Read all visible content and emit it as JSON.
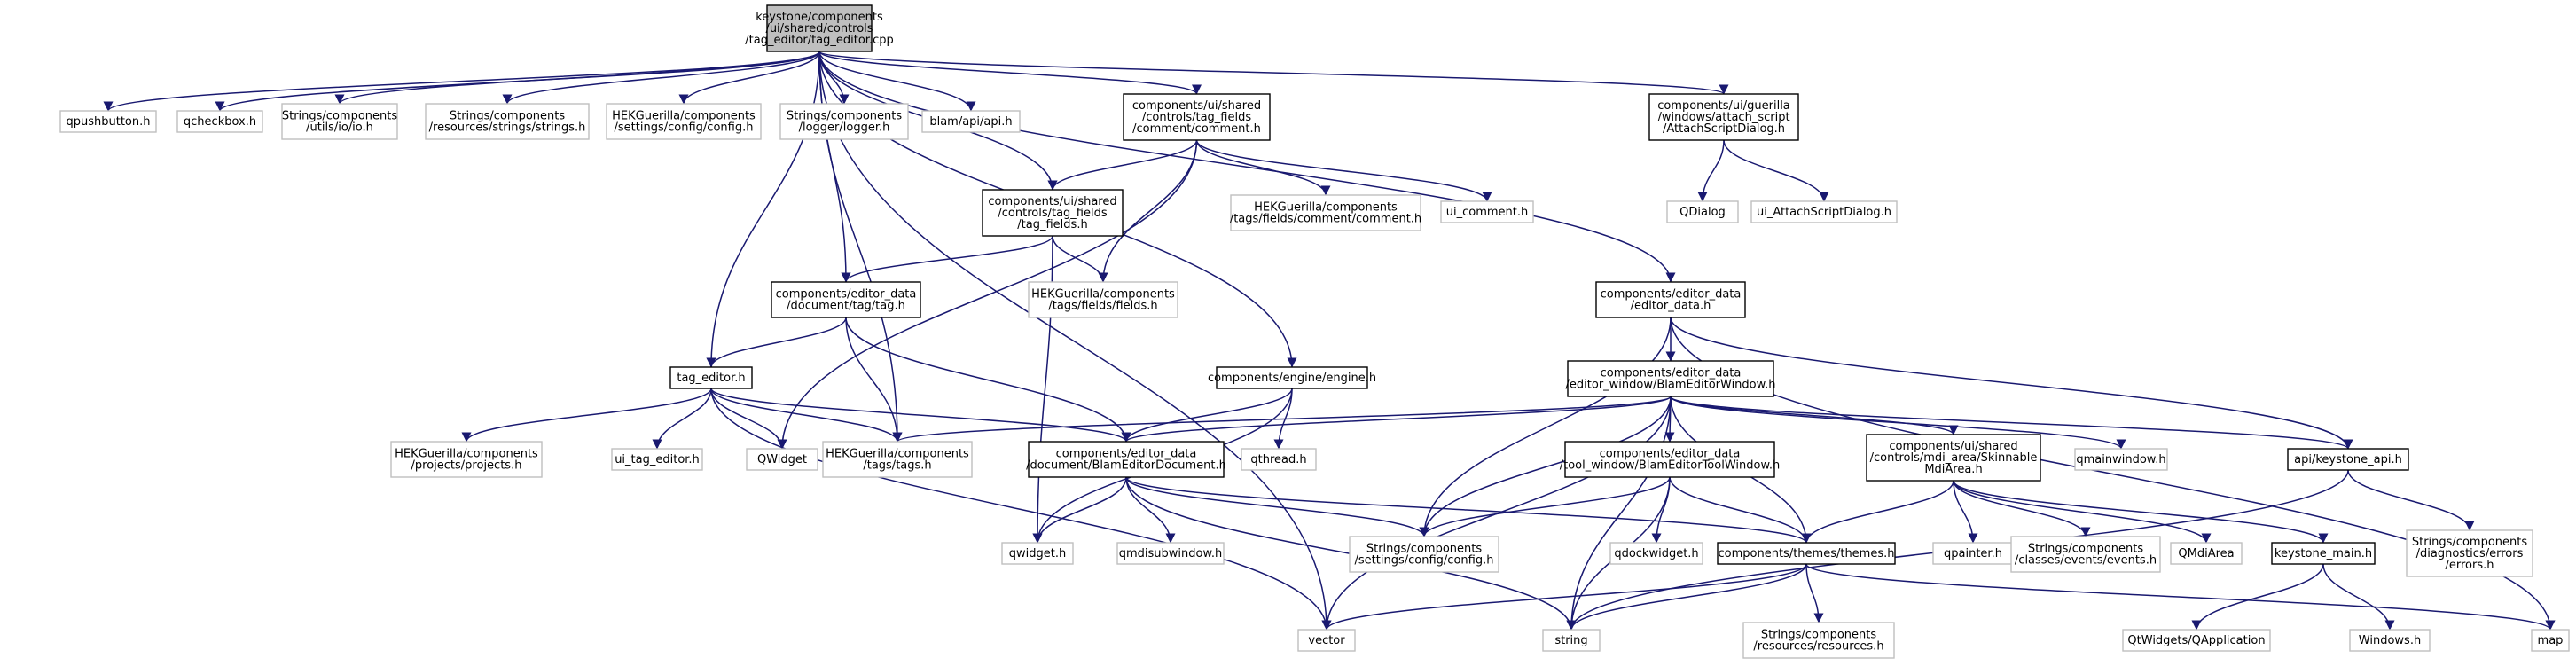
{
  "colors": {
    "edge": "#191970",
    "root_fill": "#bfbfbf",
    "root_border": "#000000",
    "documented_border": "#000000",
    "external_border": "#bfbfbf",
    "text": "#000000",
    "background": "#ffffff"
  },
  "nodes": [
    {
      "id": "tag_editor_cpp",
      "kind": "root",
      "lines": [
        "keystone/components",
        "/ui/shared/controls",
        "/tag_editor/tag_editor.cpp"
      ]
    },
    {
      "id": "qpushbutton_h",
      "kind": "external",
      "lines": [
        "qpushbutton.h"
      ]
    },
    {
      "id": "qcheckbox_h",
      "kind": "external",
      "lines": [
        "qcheckbox.h"
      ]
    },
    {
      "id": "io_h",
      "kind": "external",
      "lines": [
        "Strings/components",
        "/utils/io/io.h"
      ]
    },
    {
      "id": "strings_h",
      "kind": "external",
      "lines": [
        "Strings/components",
        "/resources/strings/strings.h"
      ]
    },
    {
      "id": "config_hek",
      "kind": "external",
      "lines": [
        "HEKGuerilla/components",
        "/settings/config/config.h"
      ]
    },
    {
      "id": "logger_h",
      "kind": "external",
      "lines": [
        "Strings/components",
        "/logger/logger.h"
      ]
    },
    {
      "id": "api_h",
      "kind": "external",
      "lines": [
        "blam/api/api.h"
      ]
    },
    {
      "id": "comment_h",
      "kind": "documented",
      "lines": [
        "components/ui/shared",
        "/controls/tag_fields",
        "/comment/comment.h"
      ]
    },
    {
      "id": "attach_script_h",
      "kind": "documented",
      "lines": [
        "components/ui/guerilla",
        "/windows/attach_script",
        "/AttachScriptDialog.h"
      ]
    },
    {
      "id": "qdialog",
      "kind": "external",
      "lines": [
        "QDialog"
      ]
    },
    {
      "id": "ui_attach_h",
      "kind": "external",
      "lines": [
        "ui_AttachScriptDialog.h"
      ]
    },
    {
      "id": "hek_comment_h",
      "kind": "external",
      "lines": [
        "HEKGuerilla/components",
        "/tags/fields/comment/comment.h"
      ]
    },
    {
      "id": "ui_comment_h",
      "kind": "external",
      "lines": [
        "ui_comment.h"
      ]
    },
    {
      "id": "tag_fields_h",
      "kind": "documented",
      "lines": [
        "components/ui/shared",
        "/controls/tag_fields",
        "/tag_fields.h"
      ]
    },
    {
      "id": "hek_fields_h",
      "kind": "external",
      "lines": [
        "HEKGuerilla/components",
        "/tags/fields/fields.h"
      ]
    },
    {
      "id": "tag_h",
      "kind": "documented",
      "lines": [
        "components/editor_data",
        "/document/tag/tag.h"
      ]
    },
    {
      "id": "editor_data_h",
      "kind": "documented",
      "lines": [
        "components/editor_data",
        "/editor_data.h"
      ]
    },
    {
      "id": "tag_editor_h",
      "kind": "documented",
      "lines": [
        "tag_editor.h"
      ]
    },
    {
      "id": "engine_h",
      "kind": "documented",
      "lines": [
        "components/engine/engine.h"
      ]
    },
    {
      "id": "blam_editor_window_h",
      "kind": "documented",
      "lines": [
        "components/editor_data",
        "/editor_window/BlamEditorWindow.h"
      ]
    },
    {
      "id": "projects_h",
      "kind": "external",
      "lines": [
        "HEKGuerilla/components",
        "/projects/projects.h"
      ]
    },
    {
      "id": "ui_tag_editor_h",
      "kind": "external",
      "lines": [
        "ui_tag_editor.h"
      ]
    },
    {
      "id": "qwidget_cap",
      "kind": "external",
      "lines": [
        "QWidget"
      ]
    },
    {
      "id": "hek_tags_h",
      "kind": "external",
      "lines": [
        "HEKGuerilla/components",
        "/tags/tags.h"
      ]
    },
    {
      "id": "blam_editor_doc_h",
      "kind": "documented",
      "lines": [
        "components/editor_data",
        "/document/BlamEditorDocument.h"
      ]
    },
    {
      "id": "qthread_h",
      "kind": "external",
      "lines": [
        "qthread.h"
      ]
    },
    {
      "id": "tool_window_h",
      "kind": "documented",
      "lines": [
        "components/editor_data",
        "/tool_window/BlamEditorToolWindow.h"
      ]
    },
    {
      "id": "skinnable_h",
      "kind": "documented",
      "lines": [
        "components/ui/shared",
        "/controls/mdi_area/Skinnable",
        "MdiArea.h"
      ]
    },
    {
      "id": "qmainwindow_h",
      "kind": "external",
      "lines": [
        "qmainwindow.h"
      ]
    },
    {
      "id": "keystone_api_h",
      "kind": "documented",
      "lines": [
        "api/keystone_api.h"
      ]
    },
    {
      "id": "qwidget_h",
      "kind": "external",
      "lines": [
        "qwidget.h"
      ]
    },
    {
      "id": "qmdisubwindow_h",
      "kind": "external",
      "lines": [
        "qmdisubwindow.h"
      ]
    },
    {
      "id": "settings_config_h",
      "kind": "external",
      "lines": [
        "Strings/components",
        "/settings/config/config.h"
      ]
    },
    {
      "id": "qdockwidget_h",
      "kind": "external",
      "lines": [
        "qdockwidget.h"
      ]
    },
    {
      "id": "themes_h",
      "kind": "documented",
      "lines": [
        "components/themes/themes.h"
      ]
    },
    {
      "id": "qpainter_h",
      "kind": "external",
      "lines": [
        "qpainter.h"
      ]
    },
    {
      "id": "events_h",
      "kind": "external",
      "lines": [
        "Strings/components",
        "/classes/events/events.h"
      ]
    },
    {
      "id": "qmdiarea",
      "kind": "external",
      "lines": [
        "QMdiArea"
      ]
    },
    {
      "id": "keystone_main_h",
      "kind": "documented",
      "lines": [
        "keystone_main.h"
      ]
    },
    {
      "id": "errors_h",
      "kind": "external",
      "lines": [
        "Strings/components",
        "/diagnostics/errors",
        "/errors.h"
      ]
    },
    {
      "id": "vector",
      "kind": "external",
      "lines": [
        "vector"
      ]
    },
    {
      "id": "string",
      "kind": "external",
      "lines": [
        "string"
      ]
    },
    {
      "id": "resources_h",
      "kind": "external",
      "lines": [
        "Strings/components",
        "/resources/resources.h"
      ]
    },
    {
      "id": "map",
      "kind": "external",
      "lines": [
        "map"
      ]
    },
    {
      "id": "qapplication",
      "kind": "external",
      "lines": [
        "QtWidgets/QApplication"
      ]
    },
    {
      "id": "windows_h",
      "kind": "external",
      "lines": [
        "Windows.h"
      ]
    }
  ]
}
